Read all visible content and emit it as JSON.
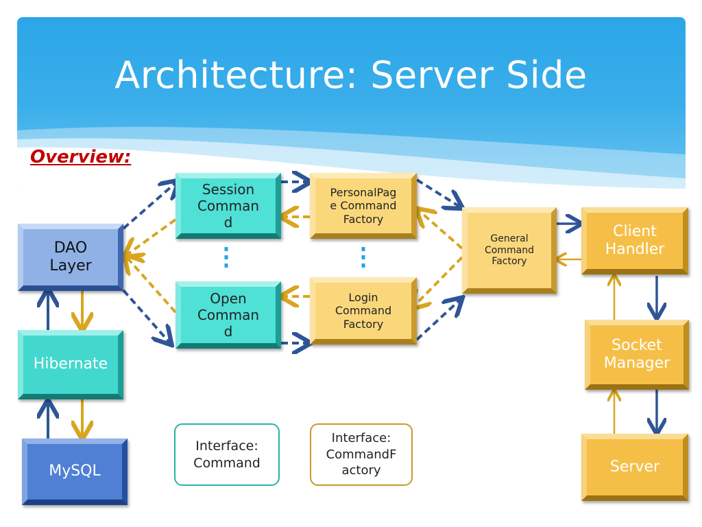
{
  "slide": {
    "title": "Architecture: Server Side",
    "subtitle": "Overview:"
  },
  "nodes": {
    "session_command": "Session\nComman\nd",
    "open_command": "Open\nComman\nd",
    "personal_page_factory": "PersonalPag\ne Command\nFactory",
    "login_factory": "Login\nCommand\nFactory",
    "general_factory": "General\nCommand\nFactory",
    "dao_layer": "DAO\nLayer",
    "hibernate": "Hibernate",
    "mysql": "MySQL",
    "client_handler": "Client\nHandler",
    "socket_manager": "Socket\nManager",
    "server": "Server"
  },
  "legend": {
    "command": "Interface:\nCommand",
    "command_factory": "Interface:\nCommandF\nactory"
  },
  "colors": {
    "blue_arrow": "#2f5597",
    "gold_arrow": "#d9a520",
    "ellipsis": "#29a3e8",
    "legend_teal_border": "#29b3a8",
    "legend_gold_border": "#c49a2c"
  }
}
